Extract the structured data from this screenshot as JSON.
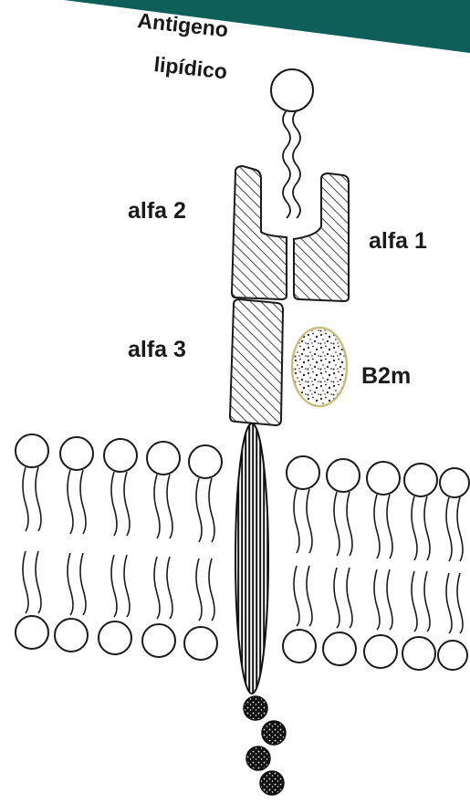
{
  "labels": {
    "antigen_line1": "Antigeno",
    "antigen_line2": "lipídico",
    "alfa2": "alfa 2",
    "alfa1": "alfa 1",
    "alfa3": "alfa 3",
    "b2m": "B2m"
  },
  "colors": {
    "banner": "#0e5f5a",
    "ink": "#1a1a1a",
    "b2m_outline": "#c8c07a"
  },
  "icons": {
    "lipid_head": "circle",
    "cytoplasmic_tail": "speckled-circle"
  }
}
